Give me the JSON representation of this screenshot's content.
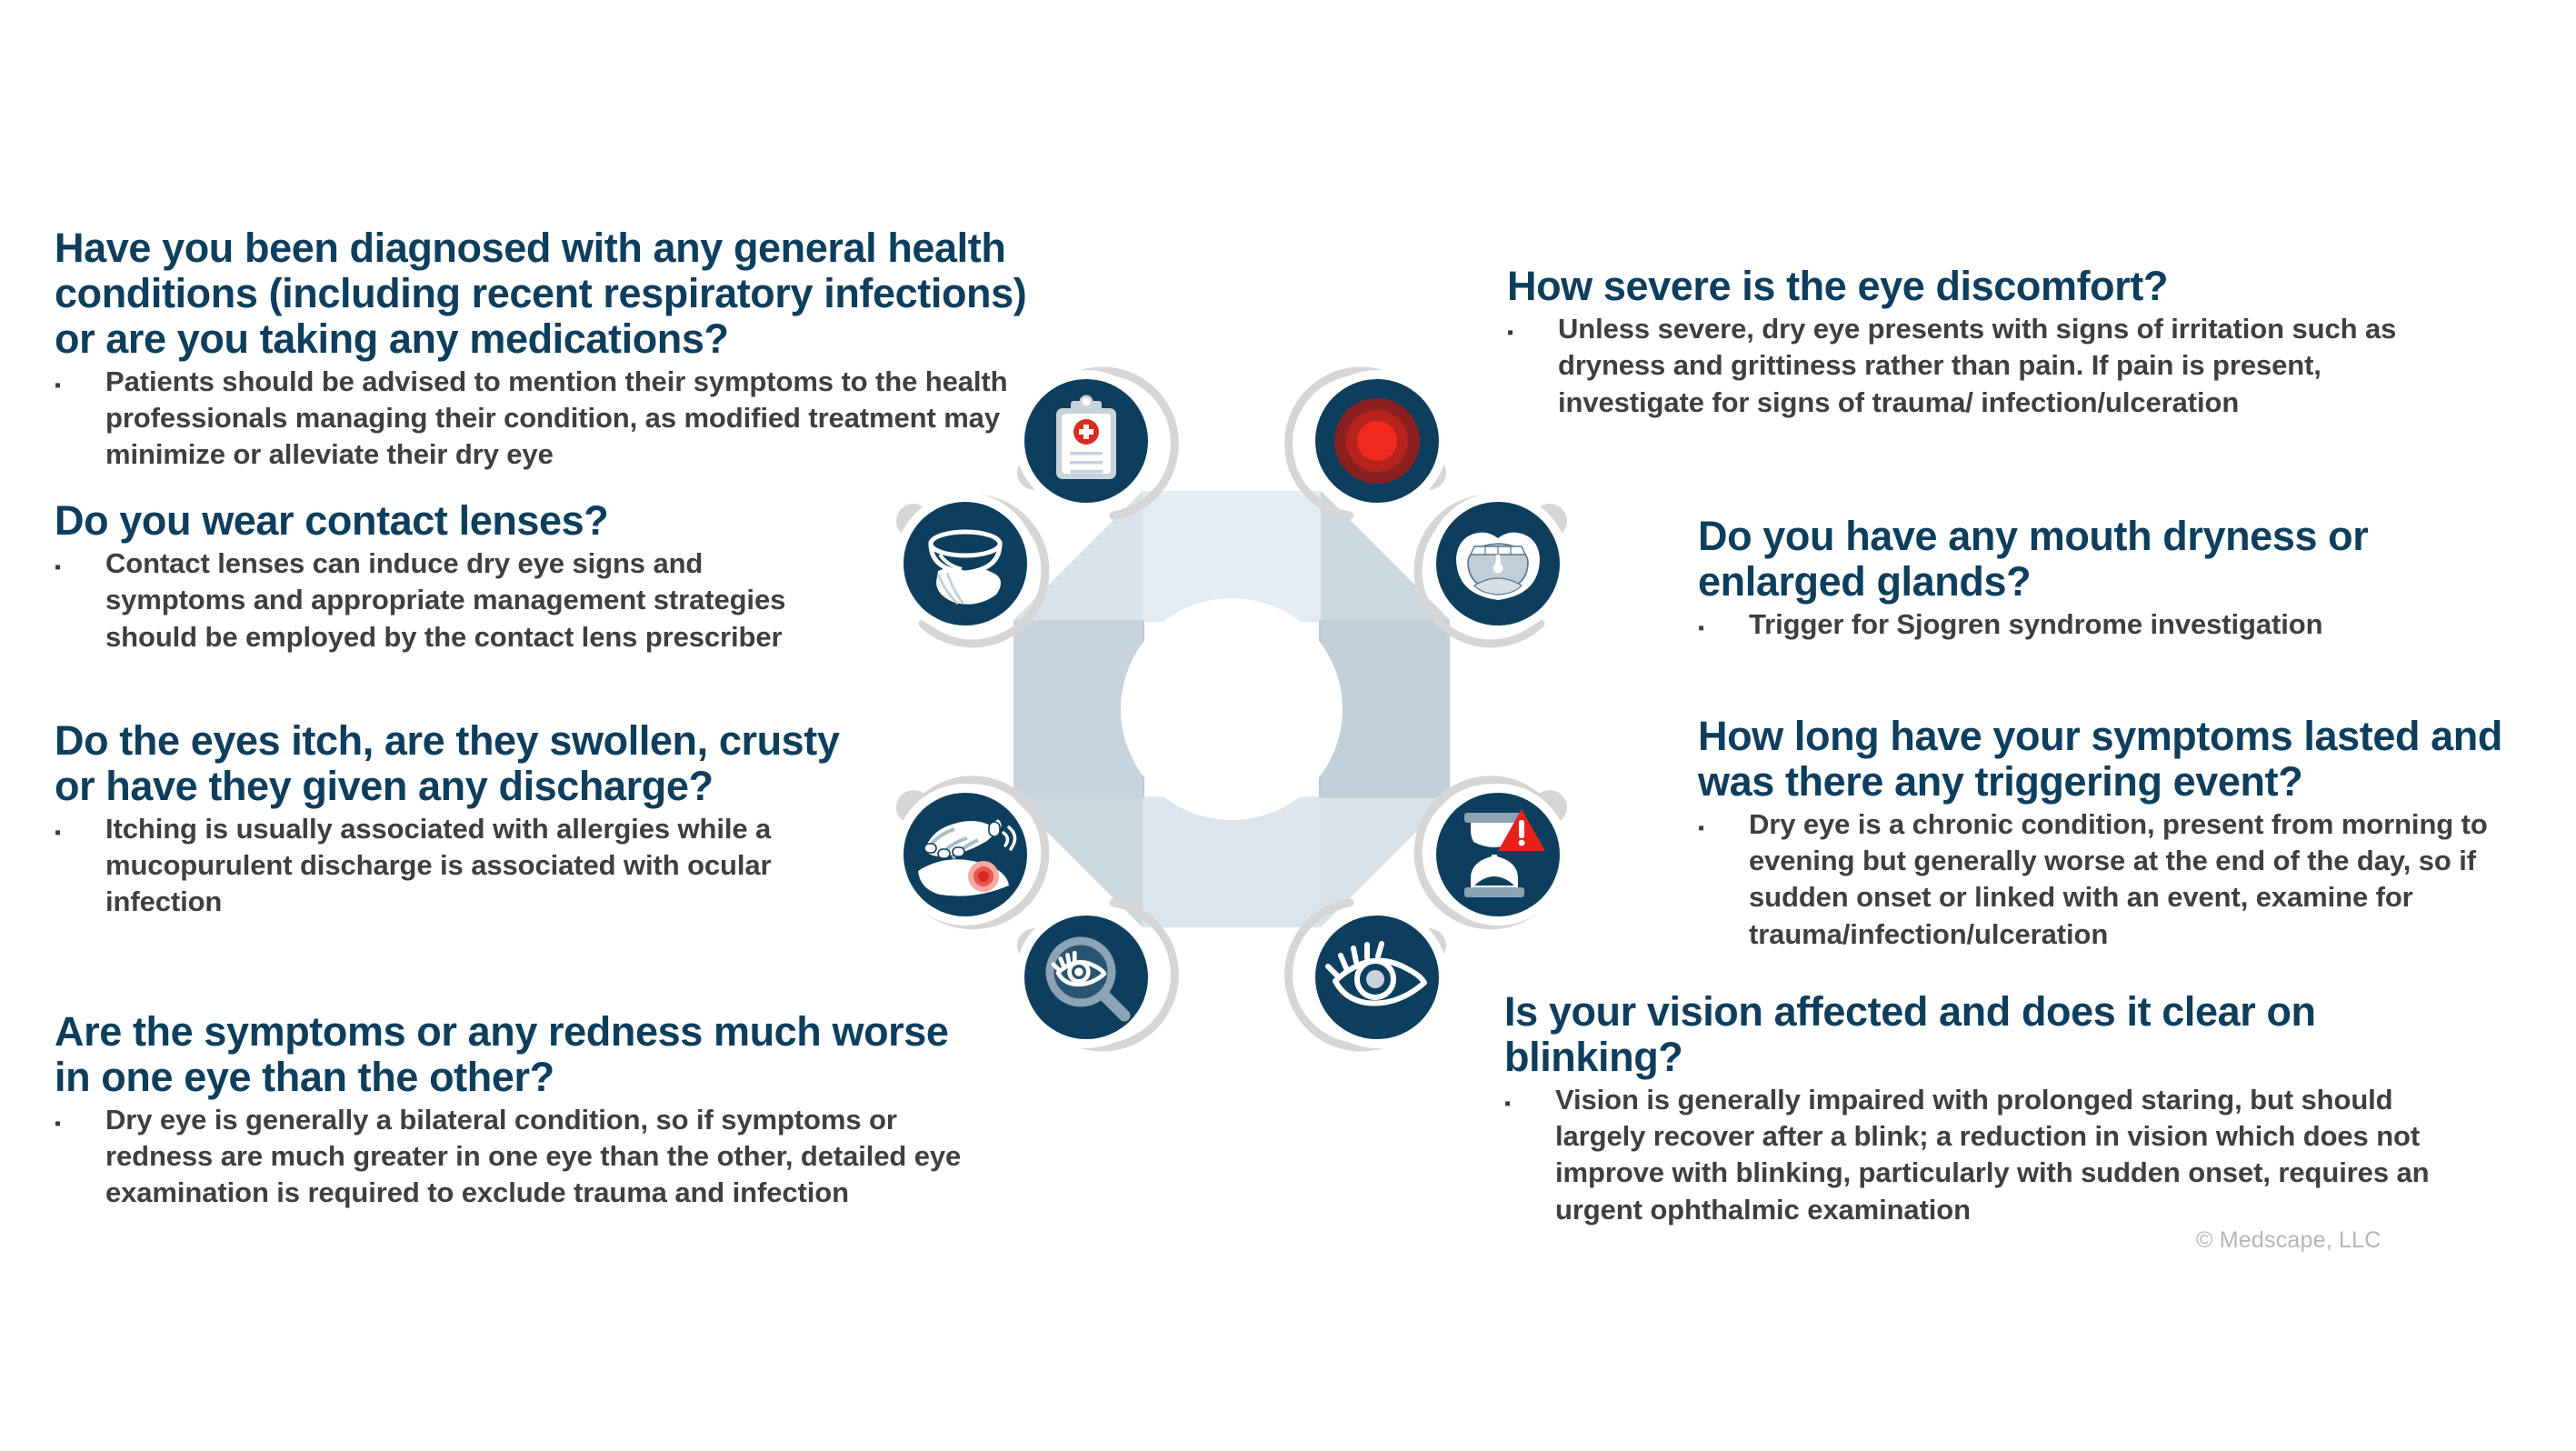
{
  "colors": {
    "heading": "#0e3e5d",
    "body_text": "#3f3f3f",
    "icon_circle": "#0e3e5d",
    "wedge_light": "#e2eaf0",
    "wedge_mid": "#ccd8e0",
    "wedge_dark": "#bccad4",
    "connector": "#d4d4d4",
    "alert_red": "#e8201a",
    "copyright": "#b5b5b5"
  },
  "questions": {
    "general_health": {
      "heading": "Have you been diagnosed with any general health conditions (including recent respiratory infections) or are you taking any medications?",
      "bullet_marker": "▪",
      "detail": "Patients should be advised to mention their symptoms to the health professionals managing their condition, as modified treatment may minimize or alleviate their dry eye"
    },
    "contact_lenses": {
      "heading": "Do you wear contact lenses?",
      "bullet_marker": "▪",
      "detail": "Contact lenses can induce dry eye signs and symptoms and appropriate management strategies should be employed by the contact lens prescriber"
    },
    "itching": {
      "heading": "Do the eyes itch, are they swollen, crusty or have they given any discharge?",
      "bullet_marker": "▪",
      "detail": "Itching is usually associated with allergies while a mucopurulent discharge is associated with ocular infection"
    },
    "asymmetry": {
      "heading": "Are the symptoms or any redness much worse in one eye than the other?",
      "bullet_marker": "▪",
      "detail": "Dry eye is generally a bilateral condition, so if symptoms or redness are much greater in one eye than the other, detailed eye examination is required to exclude trauma and infection"
    },
    "severity": {
      "heading": "How severe is the eye discomfort?",
      "bullet_marker": "▪",
      "detail": "Unless severe, dry eye presents with signs of irritation such as dryness and grittiness rather than pain. If pain is present, investigate for signs of trauma/ infection/ulceration"
    },
    "mouth_dryness": {
      "heading": "Do you have any mouth dryness or enlarged glands?",
      "bullet_marker": "▪",
      "detail": "Trigger for Sjogren syndrome investigation"
    },
    "duration": {
      "heading": "How long have your symptoms lasted and was there any triggering event?",
      "bullet_marker": "▪",
      "detail": "Dry eye is a chronic condition, present from morning to evening but generally worse at the end of the day, so if sudden onset or linked with an event, examine for trauma/infection/ulceration"
    },
    "vision": {
      "heading": "Is your vision affected and does it clear on blinking?",
      "bullet_marker": "▪",
      "detail": "Vision is generally impaired with prolonged staring, but should largely recover  after a blink; a reduction in vision which does not improve with blinking, particularly with sudden onset, requires an urgent ophthalmic examination"
    }
  },
  "hub": {
    "icons": [
      {
        "position": "top-left",
        "name": "medical-clipboard-icon",
        "linked_question": "general_health"
      },
      {
        "position": "top-right",
        "name": "pain-target-icon",
        "linked_question": "severity"
      },
      {
        "position": "right-upper",
        "name": "open-mouth-icon",
        "linked_question": "mouth_dryness"
      },
      {
        "position": "right-lower",
        "name": "hourglass-alert-icon",
        "linked_question": "duration"
      },
      {
        "position": "bottom-right",
        "name": "eye-icon",
        "linked_question": "vision"
      },
      {
        "position": "bottom-left",
        "name": "eye-magnifier-icon",
        "linked_question": "asymmetry"
      },
      {
        "position": "left-lower",
        "name": "itching-hand-icon",
        "linked_question": "itching"
      },
      {
        "position": "left-upper",
        "name": "contact-lens-icon",
        "linked_question": "contact_lenses"
      }
    ]
  },
  "footer": {
    "copyright": "© Medscape, LLC"
  }
}
